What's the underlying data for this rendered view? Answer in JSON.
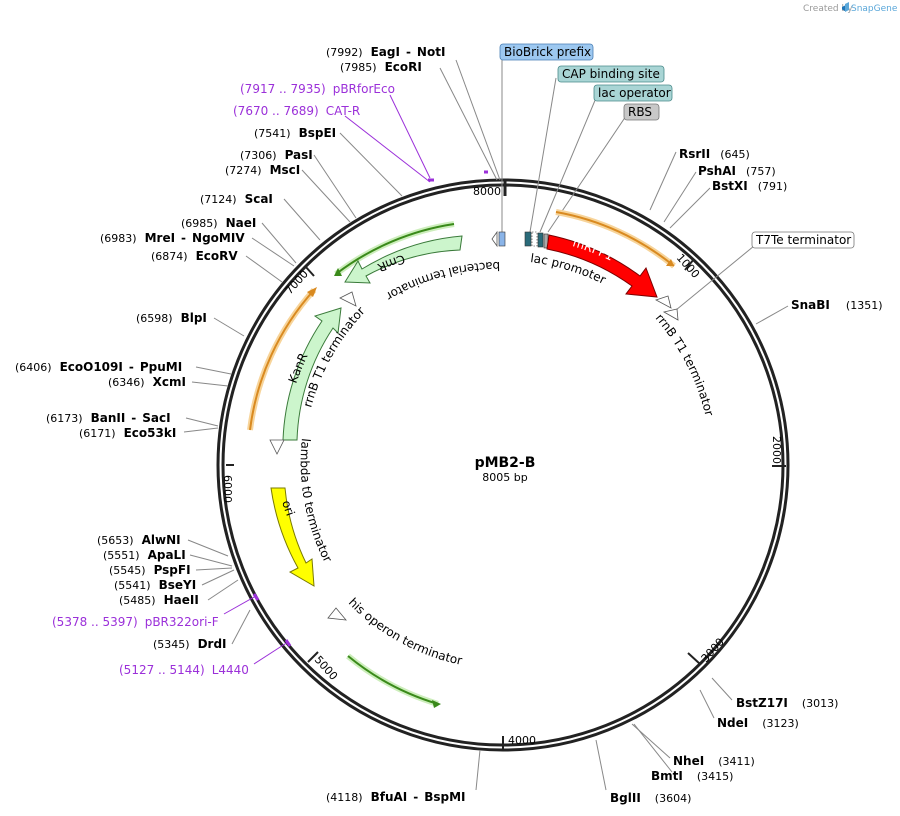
{
  "plasmid": {
    "name": "pMB2-B",
    "size": "8005 bp",
    "length": 8005
  },
  "credit": {
    "created_by": "Created by",
    "brand": "SnapGene"
  },
  "ticks": [
    {
      "label": "1000",
      "pos": 1000
    },
    {
      "label": "2000",
      "pos": 2000
    },
    {
      "label": "3000",
      "pos": 3000
    },
    {
      "label": "4000",
      "pos": 4000
    },
    {
      "label": "5000",
      "pos": 5000
    },
    {
      "label": "6000",
      "pos": 6000
    },
    {
      "label": "7000",
      "pos": 7000
    },
    {
      "label": "8000",
      "pos": 8000
    }
  ],
  "enzymes": [
    {
      "name": "EagI",
      "name2": "NotI",
      "pos": "(7992)",
      "bp": 7992
    },
    {
      "name": "EcoRI",
      "pos": "(7985)",
      "bp": 7985
    },
    {
      "name": "BspEI",
      "pos": "(7541)",
      "bp": 7541
    },
    {
      "name": "PasI",
      "pos": "(7306)",
      "bp": 7306
    },
    {
      "name": "MscI",
      "pos": "(7274)",
      "bp": 7274
    },
    {
      "name": "ScaI",
      "pos": "(7124)",
      "bp": 7124
    },
    {
      "name": "NaeI",
      "pos": "(6985)",
      "bp": 6985
    },
    {
      "name": "MreI",
      "name2": "NgoMIV",
      "pos": "(6983)",
      "bp": 6983
    },
    {
      "name": "EcoRV",
      "pos": "(6874)",
      "bp": 6874
    },
    {
      "name": "BlpI",
      "pos": "(6598)",
      "bp": 6598
    },
    {
      "name": "EcoO109I",
      "name2": "PpuMI",
      "pos": "(6406)",
      "bp": 6406
    },
    {
      "name": "XcmI",
      "pos": "(6346)",
      "bp": 6346
    },
    {
      "name": "BanII",
      "name2": "SacI",
      "pos": "(6173)",
      "bp": 6173
    },
    {
      "name": "Eco53kI",
      "pos": "(6171)",
      "bp": 6171
    },
    {
      "name": "AlwNI",
      "pos": "(5653)",
      "bp": 5653
    },
    {
      "name": "ApaLI",
      "pos": "(5551)",
      "bp": 5551
    },
    {
      "name": "PspFI",
      "pos": "(5545)",
      "bp": 5545
    },
    {
      "name": "BseYI",
      "pos": "(5541)",
      "bp": 5541
    },
    {
      "name": "HaeII",
      "pos": "(5485)",
      "bp": 5485
    },
    {
      "name": "DrdI",
      "pos": "(5345)",
      "bp": 5345
    },
    {
      "name": "BfuAI",
      "name2": "BspMI",
      "pos": "(4118)",
      "bp": 4118
    },
    {
      "name": "RsrII",
      "pos": "(645)",
      "bp": 645
    },
    {
      "name": "PshAI",
      "pos": "(757)",
      "bp": 757
    },
    {
      "name": "BstXI",
      "pos": "(791)",
      "bp": 791
    },
    {
      "name": "SnaBI",
      "pos": "(1351)",
      "bp": 1351
    },
    {
      "name": "BstZ17I",
      "pos": "(3013)",
      "bp": 3013
    },
    {
      "name": "NdeI",
      "pos": "(3123)",
      "bp": 3123
    },
    {
      "name": "NheI",
      "pos": "(3411)",
      "bp": 3411
    },
    {
      "name": "BmtI",
      "pos": "(3415)",
      "bp": 3415
    },
    {
      "name": "BglII",
      "pos": "(3604)",
      "bp": 3604
    }
  ],
  "primers": [
    {
      "range": "(7917 .. 7935)",
      "name": "pBRforEco"
    },
    {
      "range": "(7670 .. 7689)",
      "name": "CAT-R"
    },
    {
      "range": "(5378 .. 5397)",
      "name": "pBR322ori-F"
    },
    {
      "range": "(5127 .. 5144)",
      "name": "L4440"
    }
  ],
  "feature_boxes": [
    {
      "label": "BioBrick prefix",
      "color": "#9dc8f0"
    },
    {
      "label": "CAP binding site",
      "color": "#a9d5d5"
    },
    {
      "label": "lac operator",
      "color": "#a9d5d5"
    },
    {
      "label": "RBS",
      "color": "#c8c8c8"
    },
    {
      "label": "T7Te terminator",
      "color": "#ffffff"
    }
  ],
  "features": {
    "mrfp1": "mRFP1",
    "lac_promoter": "lac promoter",
    "rrnb_t1_right": "rrnB T1 terminator",
    "cmr": "CmR",
    "bacterial_terminator": "bacterial terminator",
    "kanr": "KanR",
    "rrnb_t1_left": "rrnB T1 terminator",
    "lambda_t0": "lambda t0 terminator",
    "ori": "ori",
    "his_operon": "his operon terminator"
  },
  "colors": {
    "mrfp1": "#ff0000",
    "resistance": "#ccf5cc",
    "ori": "#ffff00",
    "primer": "#9b30d9",
    "orange_arc": "#f0a640",
    "green_arc": "#3a8a1a"
  }
}
